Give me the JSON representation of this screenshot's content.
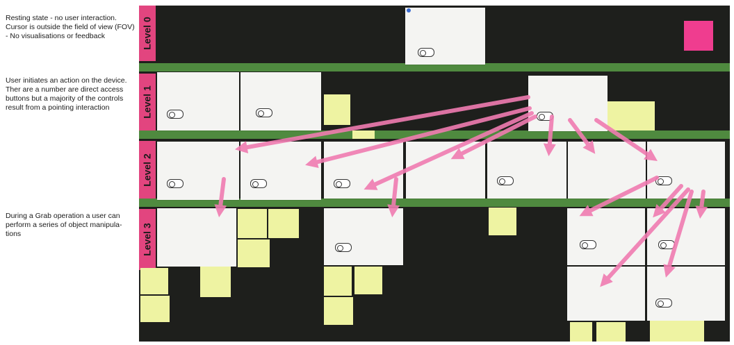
{
  "annotations": {
    "level0_note": "Resting state - no user interaction. Cursor is outside the field of view (FOV) - No visualisations or feedback",
    "level1_note": "User initiates an action on the device. Ther are a number are direct access buttons but a majority of the controls result from a pointing interaction",
    "level3_note": "During a Grab operation a user can perform a series of object manipula-tions"
  },
  "levels": {
    "level0": "Level 0",
    "level1": "Level 1",
    "level2": "Level 2",
    "level3": "Level 3"
  },
  "colors": {
    "board": "#1e1f1c",
    "band": "#4f8a3f",
    "level_tab": "#e2457f",
    "arrow": "#f07cb1",
    "sticky": "#eef3a2"
  }
}
